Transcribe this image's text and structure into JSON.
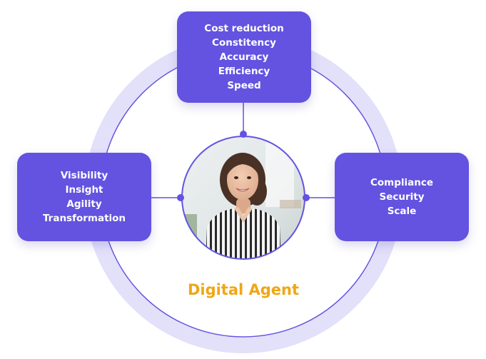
{
  "diagram": {
    "caption": "Digital Agent",
    "boxes": {
      "top": [
        "Cost reduction",
        "Constitency",
        "Accuracy",
        "Efficiency",
        "Speed"
      ],
      "left": [
        "Visibility",
        "Insight",
        "Agility",
        "Transformation"
      ],
      "right": [
        "Compliance",
        "Security",
        "Scale"
      ]
    },
    "portrait_icon": "woman-portrait"
  },
  "colors": {
    "box_fill": "#6353e0",
    "ring_outer": "#e3e0fa",
    "ring_line": "#6353e0",
    "caption": "#f0a617",
    "box_text": "#ffffff"
  }
}
